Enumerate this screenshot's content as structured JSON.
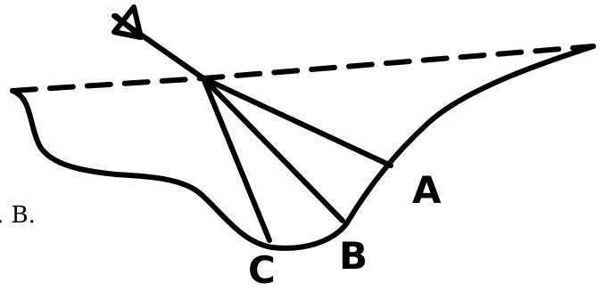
{
  "diagram": {
    "point_labels": {
      "a": "A",
      "b": "B",
      "c": "C"
    },
    "margin_text": ". B.",
    "colors": {
      "ink": "#000000",
      "paper": "#ffffff"
    }
  }
}
